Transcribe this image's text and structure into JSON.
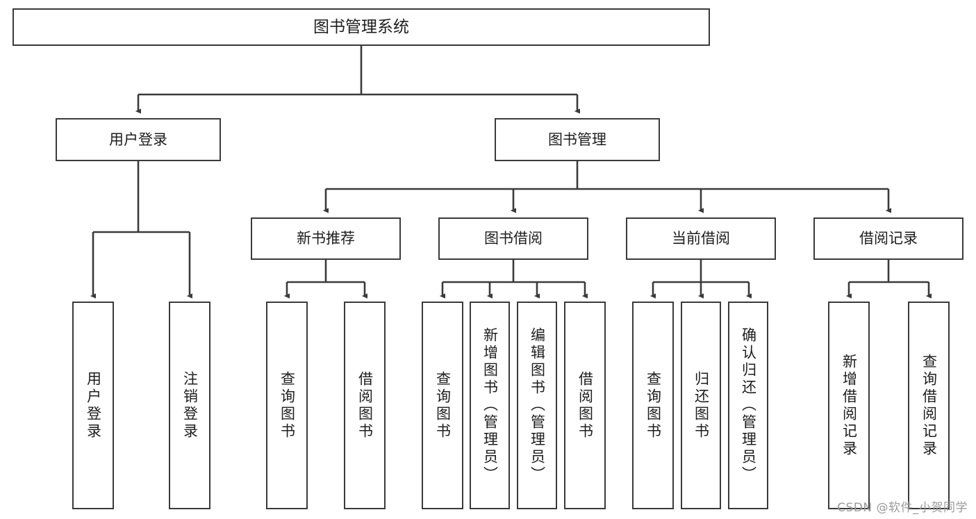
{
  "diagram": {
    "title": "图书管理系统",
    "type": "tree-hierarchy",
    "levels": 4,
    "watermark": "CSDN @软件_小贺同学",
    "colors": {
      "box_border": "#3a3a3a",
      "box_fill": "#ffffff",
      "edge": "#3a3a3a",
      "text": "#1d1d1d",
      "watermark": "#9a9a9a"
    },
    "root": {
      "label": "图书管理系统"
    },
    "level1": [
      {
        "label": "用户登录"
      },
      {
        "label": "图书管理"
      }
    ],
    "level2": [
      {
        "label": "新书推荐"
      },
      {
        "label": "图书借阅"
      },
      {
        "label": "当前借阅"
      },
      {
        "label": "借阅记录"
      }
    ],
    "leaves": {
      "user_login": [
        {
          "label": "用户登录"
        },
        {
          "label": "注销登录"
        }
      ],
      "new_book_recommend": [
        {
          "label": "查询图书"
        },
        {
          "label": "借阅图书"
        }
      ],
      "book_borrow": [
        {
          "label": "查询图书"
        },
        {
          "label": "新增图书（管理员）"
        },
        {
          "label": "编辑图书（管理员）"
        },
        {
          "label": "借阅图书"
        }
      ],
      "current_borrow": [
        {
          "label": "查询图书"
        },
        {
          "label": "归还图书"
        },
        {
          "label": "确认归还（管理员）"
        }
      ],
      "borrow_record": [
        {
          "label": "新增借阅记录"
        },
        {
          "label": "查询借阅记录"
        }
      ]
    }
  }
}
